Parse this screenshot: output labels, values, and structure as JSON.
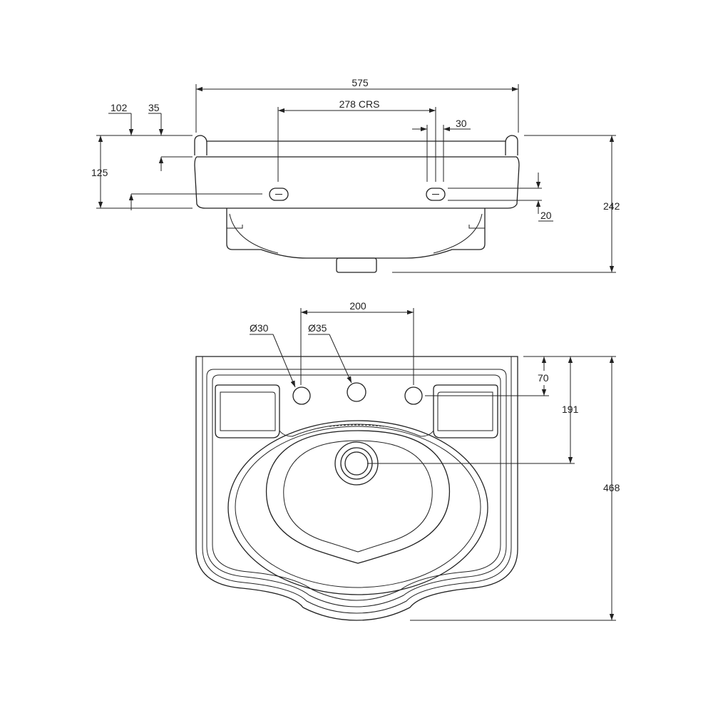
{
  "dimensions": {
    "overall_width": "575",
    "tap_centres": "278 CRS",
    "hole_width": "30",
    "rim_to_hole_top": "102",
    "rim_depth": "35",
    "side_height": "125",
    "hole_height": "20",
    "overall_height": "242",
    "outer_tap_spacing": "200",
    "outer_hole_diameter": "Ø30",
    "centre_hole_diameter": "Ø35",
    "hole_setback": "70",
    "waste_setback": "191",
    "overall_depth": "468"
  }
}
